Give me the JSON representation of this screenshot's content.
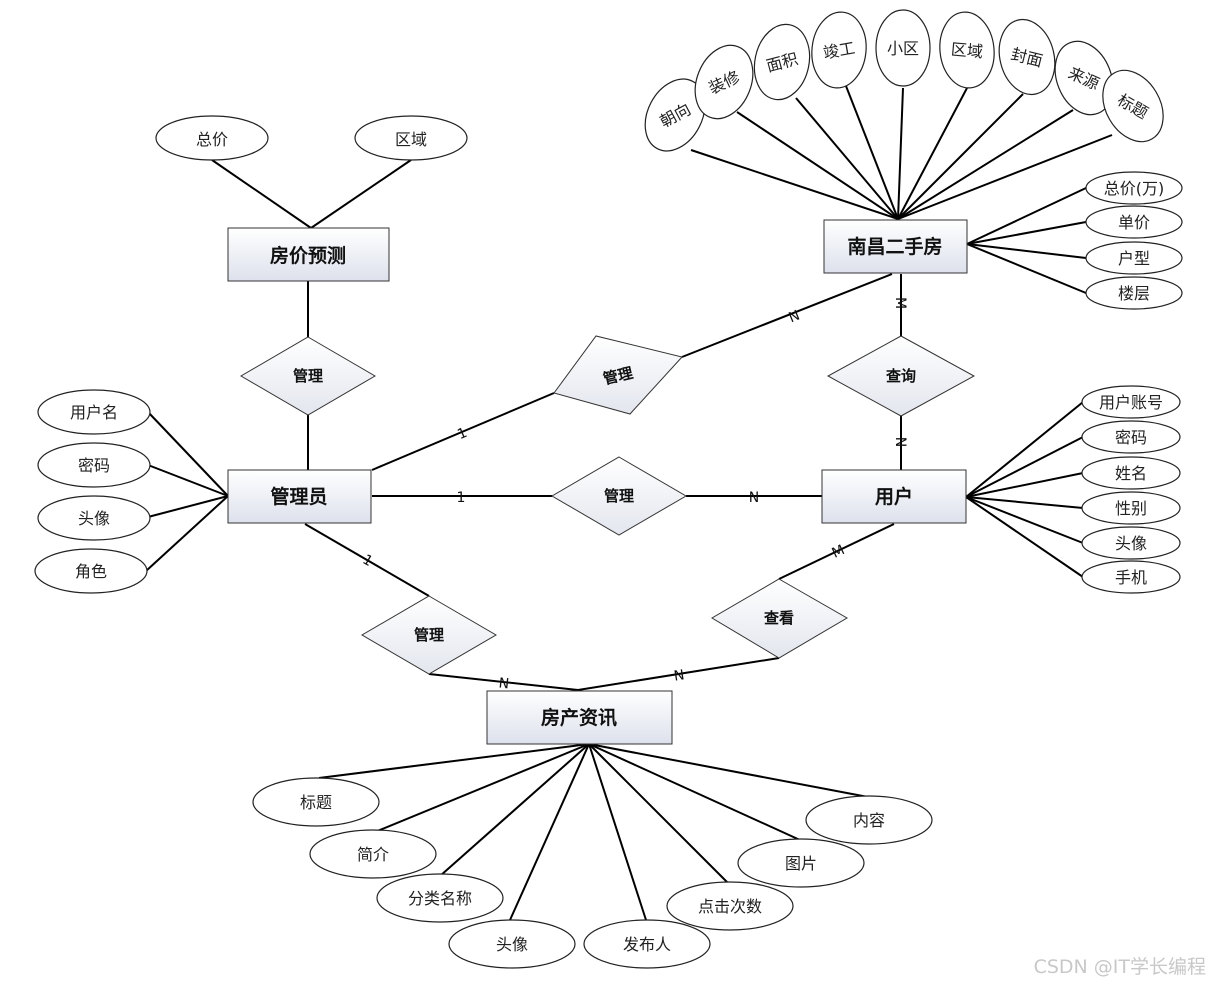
{
  "entities": {
    "house_price_prediction": "房价预测",
    "nanchang_second_hand": "南昌二手房",
    "admin": "管理员",
    "user": "用户",
    "real_estate_news": "房产资讯"
  },
  "relations": {
    "admin_prediction": "管理",
    "admin_house": "管理",
    "query": "查询",
    "admin_user": "管理",
    "admin_news": "管理",
    "view": "查看"
  },
  "prediction_attrs": [
    "总价",
    "区域"
  ],
  "house_top_attrs": [
    "朝向",
    "装修",
    "面积",
    "竣工",
    "小区",
    "区域",
    "封面",
    "来源",
    "标题"
  ],
  "house_right_attrs": [
    "总价(万)",
    "单价",
    "户型",
    "楼层"
  ],
  "admin_attrs": [
    "用户名",
    "密码",
    "头像",
    "角色"
  ],
  "user_attrs": [
    "用户账号",
    "密码",
    "姓名",
    "性别",
    "头像",
    "手机"
  ],
  "news_attrs": [
    "标题",
    "简介",
    "分类名称",
    "头像",
    "发布人",
    "点击次数",
    "图片",
    "内容"
  ],
  "cardinality": {
    "admin_house_admin": "1",
    "admin_house_house": "N",
    "query_house": "M",
    "query_user": "N",
    "admin_user_admin": "1",
    "admin_user_user": "N",
    "admin_news_admin": "1",
    "admin_news_news": "N",
    "view_user": "M",
    "view_news": "N"
  },
  "watermark": "CSDN @IT学长编程"
}
